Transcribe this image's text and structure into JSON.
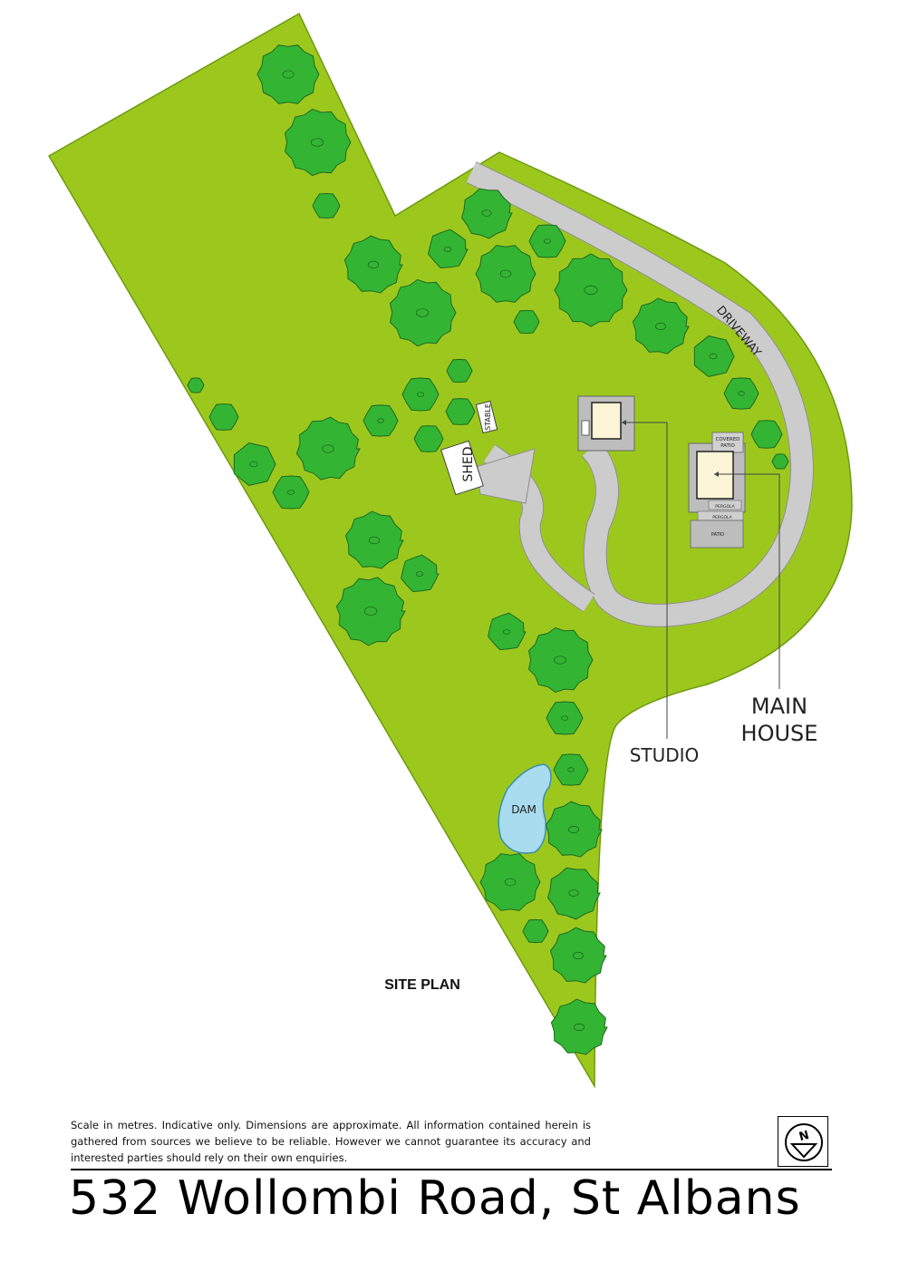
{
  "labels": {
    "site_plan": "SITE PLAN",
    "driveway": "DRIVEWAY",
    "shed": "SHED",
    "stable": "STABLE",
    "studio": "STUDIO",
    "main_house_line1": "MAIN",
    "main_house_line2": "HOUSE",
    "dam": "DAM",
    "covered_patio_1": "COVERED",
    "covered_patio_2": "PATIO",
    "pergola_1": "PERGOLA",
    "pergola_2": "PERGOLA",
    "patio": "PATIO"
  },
  "disclaimer": "Scale in metres. Indicative only. Dimensions are approximate.  All information contained herein is gathered from sources we believe to be reliable. However we cannot guarantee its accuracy and interested parties should rely on their own enquiries.",
  "address": "532 Wollombi Road, St Albans",
  "north_letter": "N",
  "colors": {
    "lawn": "#9cc81e",
    "lawn_stroke": "#6d9b10",
    "tree": "#33b533",
    "tree_stroke": "#1f6a1f",
    "driveway": "#cccccc",
    "dam": "#a8dcee",
    "building": "#fbf4d6"
  }
}
